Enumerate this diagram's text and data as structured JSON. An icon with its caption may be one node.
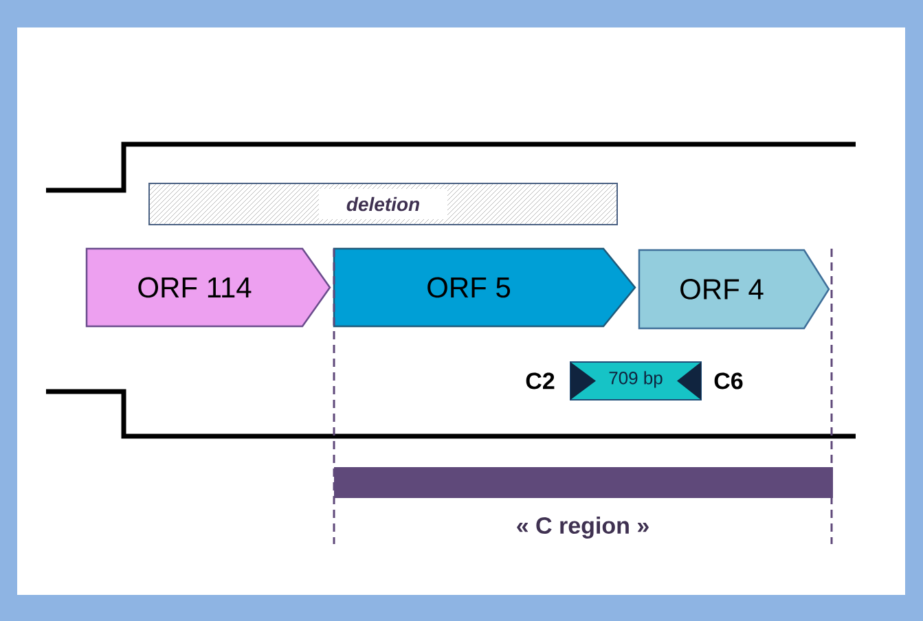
{
  "diagram": {
    "nodes": [
      {
        "text": [
          "deletion"
        ]
      },
      {
        "text": [
          "ORF 114"
        ]
      },
      {
        "text": [
          "ORF  5"
        ]
      },
      {
        "text": [
          "ORF  4"
        ]
      },
      {
        "text": [
          "709 bp"
        ],
        "beside": [
          "C2",
          "C6"
        ]
      },
      {
        "text": [
          "« C region »"
        ]
      }
    ]
  }
}
